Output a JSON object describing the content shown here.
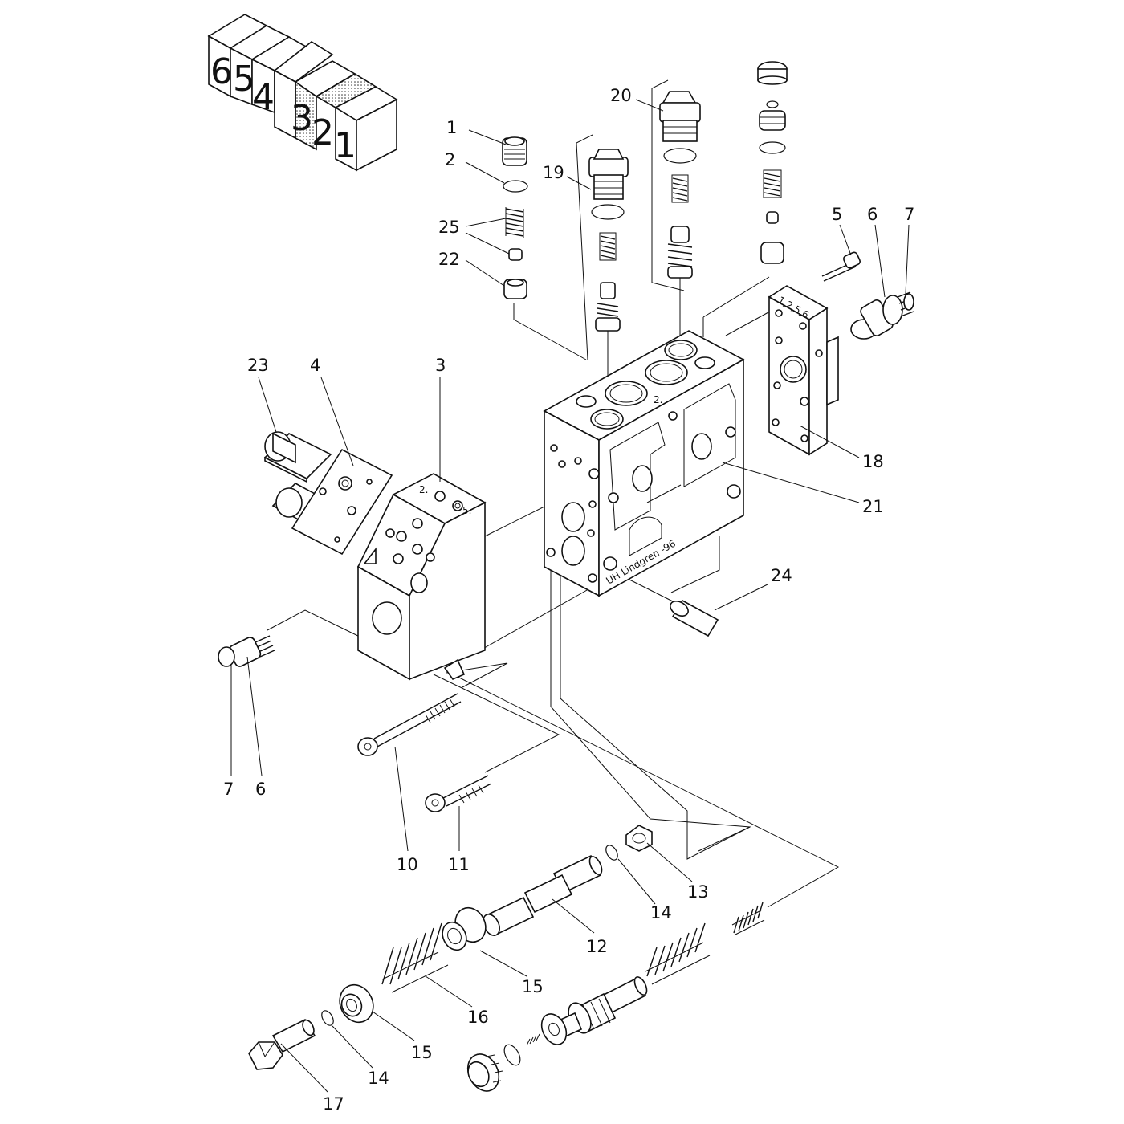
{
  "diagram": {
    "index_boxes": [
      "6",
      "5",
      "4",
      "3",
      "2",
      "1"
    ],
    "callouts": [
      "1",
      "2",
      "19",
      "20",
      "25",
      "22",
      "5",
      "6",
      "7",
      "23",
      "4",
      "3",
      "18",
      "21",
      "24",
      "7",
      "6",
      "10",
      "11",
      "13",
      "14",
      "12",
      "15",
      "16",
      "15",
      "14",
      "17"
    ],
    "markings": {
      "body_top": "2.",
      "body_side": "UH Lindgren -96",
      "end_cover": "1,2,5,6.",
      "block_a": "2.",
      "block_b": "5."
    }
  }
}
